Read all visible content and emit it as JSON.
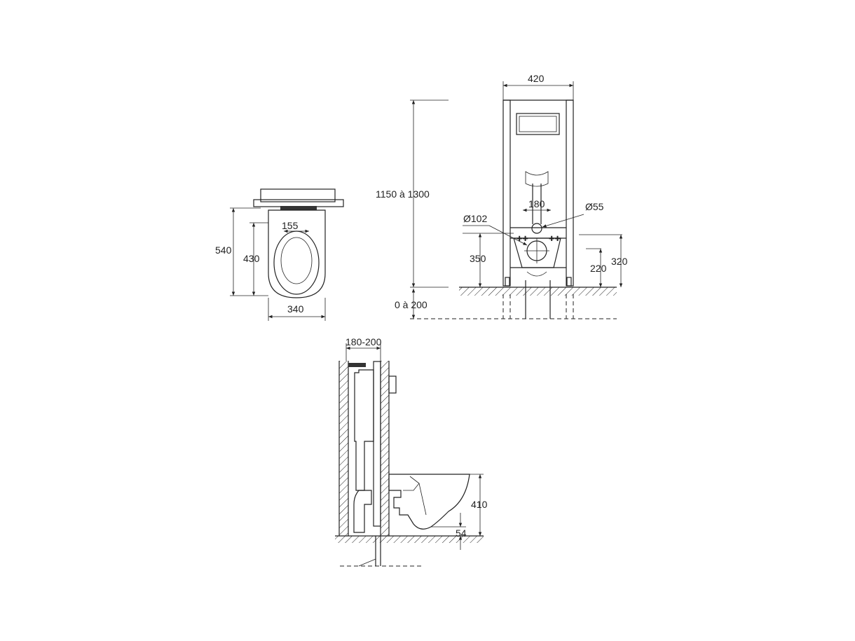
{
  "top_view": {
    "depth_total": "540",
    "depth_bowl": "430",
    "fixing_spacing": "155",
    "width": "340"
  },
  "front_view": {
    "frame_width": "420",
    "frame_height": "1150 à 1300",
    "leg_adjustment": "0 à 200",
    "bolt_spacing": "180",
    "water_inlet_diameter": "Ø55",
    "drain_diameter": "Ø102",
    "drain_height": "350",
    "inlet_height_low": "220",
    "inlet_height_high": "320"
  },
  "side_view": {
    "wall_depth": "180-200",
    "bowl_height": "410",
    "bowl_clearance": "54"
  },
  "colors": {
    "line": "#222222",
    "background": "#ffffff"
  }
}
